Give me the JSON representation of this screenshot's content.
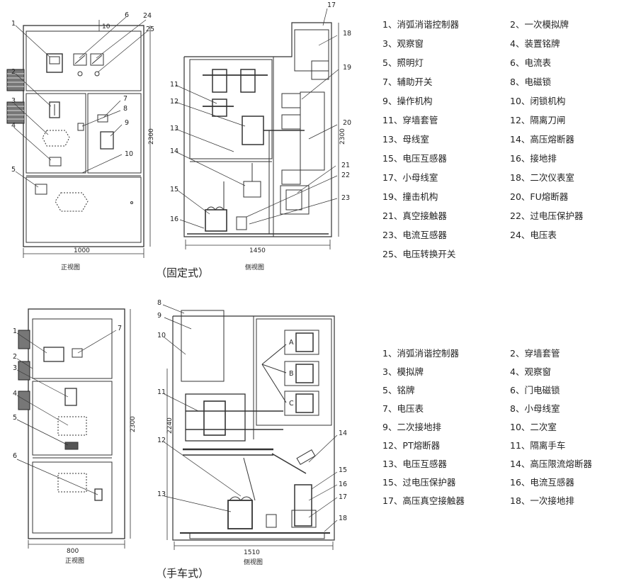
{
  "fixed": {
    "caption": "（固定式）",
    "front_label": "正视图",
    "side_label": "侧视图",
    "front_width": "1000",
    "front_height": "2300",
    "side_width": "1450",
    "side_height": "2300",
    "dim_10": "10",
    "legend": [
      "1、消弧消谐控制器",
      "2、一次模拟牌",
      "3、观察窗",
      "4、装置铭牌",
      "5、照明灯",
      "6、电流表",
      "7、辅助开关",
      "8、电磁锁",
      "9、操作机构",
      "10、闭锁机构",
      "11、穿墙套管",
      "12、隔离刀闸",
      "13、母线室",
      "14、高压熔断器",
      "15、电压互感器",
      "16、接地排",
      "17、小母线室",
      "18、二次仪表室",
      "19、撞击机构",
      "20、FU熔断器",
      "21、真空接触器",
      "22、过电压保护器",
      "23、电流互感器",
      "24、电压表",
      "25、电压转换开关"
    ]
  },
  "handcart": {
    "caption": "（手车式）",
    "front_label": "正视图",
    "side_label": "侧视图",
    "front_width": "800",
    "front_height": "2300",
    "side_width": "1510",
    "side_height": "2240",
    "phase_a": "A",
    "phase_b": "B",
    "phase_c": "C",
    "legend": [
      "1、消弧消谐控制器",
      "2、穿墙套管",
      "3、模拟牌",
      "4、观察窗",
      "5、铭牌",
      "6、门电磁锁",
      "7、电压表",
      "8、小母线室",
      "9、二次接地排",
      "10、二次室",
      "12、PT熔断器",
      "11、隔离手车",
      "13、电压互感器",
      "14、高压限流熔断器",
      "15、过电压保护器",
      "16、电流互感器",
      "17、高压真空接触器",
      "18、一次接地排"
    ]
  }
}
